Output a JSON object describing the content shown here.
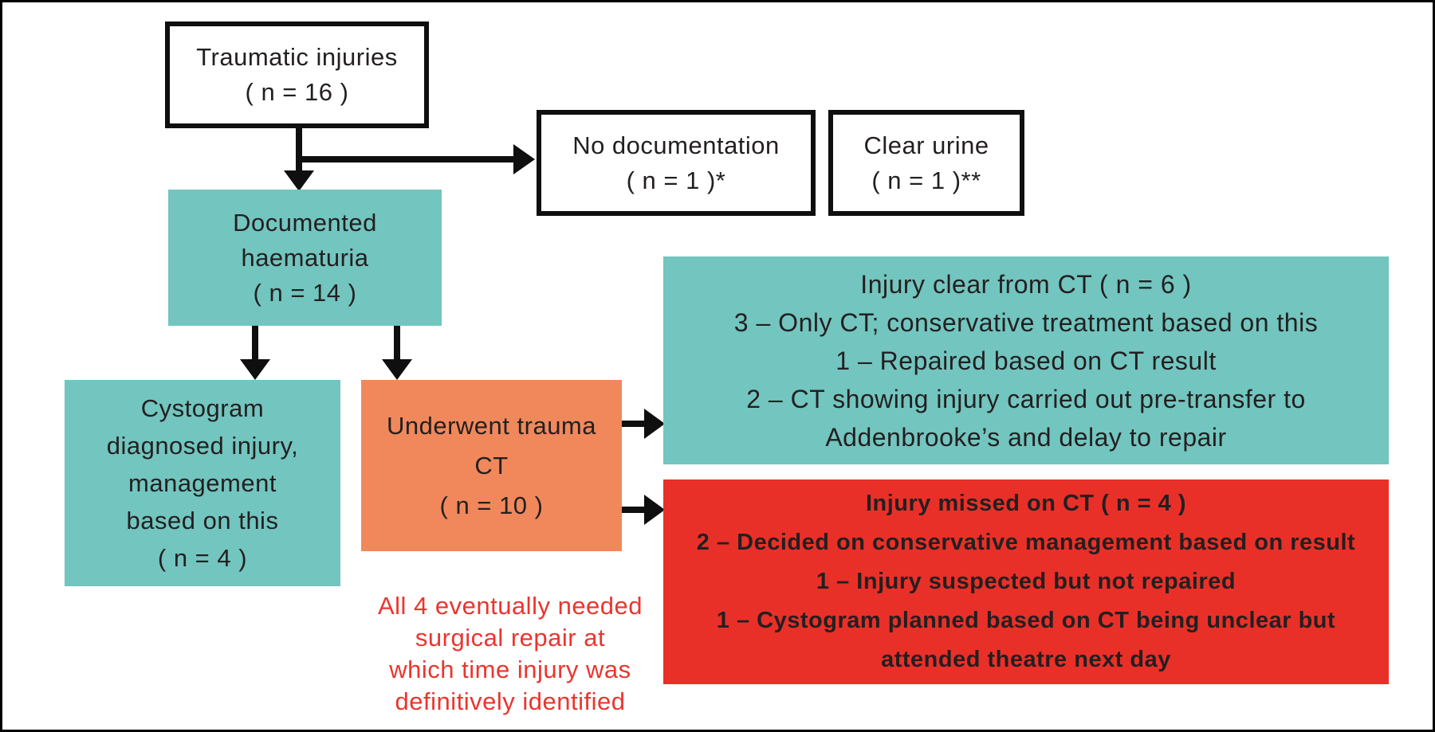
{
  "diagram": {
    "kind": "flowchart",
    "colors": {
      "teal_box": "#73c5bf",
      "orange_box": "#f0885c",
      "red_box": "#e93028",
      "red_text": "#eb352e",
      "text_dark": "#231f20",
      "outline_and_arrows": "#0f0f0f",
      "background": "#ffffff"
    },
    "nodes": {
      "traumatic_injuries": {
        "label": "Traumatic injuries\n( n = 16 )"
      },
      "no_documentation": {
        "label": "No documentation\n( n = 1 )*"
      },
      "clear_urine": {
        "label": "Clear urine\n( n = 1 )**"
      },
      "documented_haematuria": {
        "label": "Documented\nhaematuria\n( n = 14 )"
      },
      "cystogram_diagnosed": {
        "label": "Cystogram\ndiagnosed injury,\nmanagement\nbased on this\n( n = 4 )"
      },
      "underwent_trauma_ct": {
        "label": "Underwent trauma\nCT\n( n = 10 )"
      },
      "injury_clear_from_ct": {
        "label": "Injury clear from CT ( n = 6 )\n3 – Only CT; conservative treatment based on this\n1 – Repaired based on CT result\n2 – CT showing injury carried out pre-transfer to\nAddenbrooke’s and delay to repair"
      },
      "injury_missed_on_ct": {
        "label": "Injury missed on CT ( n = 4 )\n2 – Decided on conservative management based on result\n1 – Injury suspected but not repaired\n1 – Cystogram planned based on CT being unclear but\nattended theatre next day"
      },
      "footnote_all_four": {
        "label": "All 4 eventually needed\nsurgical repair at\nwhich time injury was\ndefinitively identified"
      }
    },
    "edges": [
      {
        "from": "traumatic_injuries",
        "to": "documented_haematuria"
      },
      {
        "from": "traumatic_injuries",
        "to": "no_documentation"
      },
      {
        "from": "documented_haematuria",
        "to": "cystogram_diagnosed"
      },
      {
        "from": "documented_haematuria",
        "to": "underwent_trauma_ct"
      },
      {
        "from": "underwent_trauma_ct",
        "to": "injury_clear_from_ct"
      },
      {
        "from": "underwent_trauma_ct",
        "to": "injury_missed_on_ct"
      }
    ]
  }
}
